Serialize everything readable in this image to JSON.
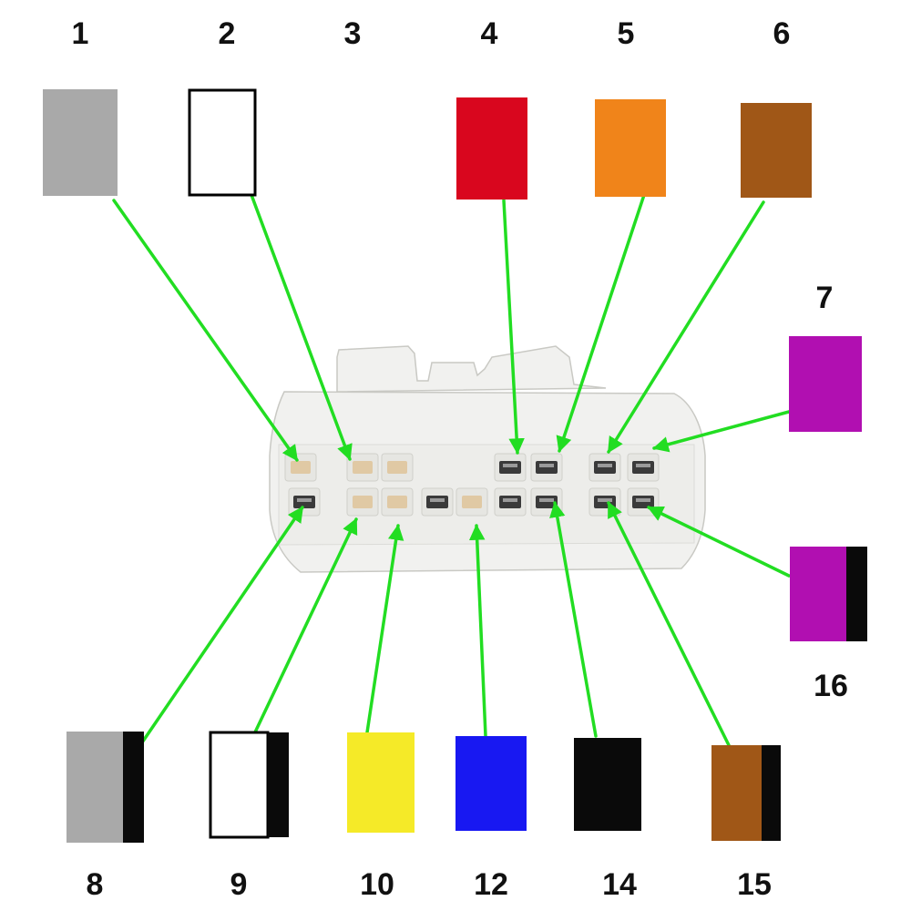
{
  "colors": {
    "arrow": "#22dd22",
    "housing": "#f1f1ef",
    "housing_shade": "#dcdcd8",
    "housing_outline": "#c9c9c4",
    "terminal_tan": "#e0c9a4",
    "terminal_metal": "#3a3a3a",
    "grey": "#a9a9a9",
    "white": "#ffffff",
    "red": "#d9061e",
    "orange": "#f0841a",
    "brown": "#a05717",
    "violet": "#b10fb1",
    "yellow": "#f5ea28",
    "blue": "#1818f2",
    "black": "#0a0a0a",
    "stripe": "#000000"
  },
  "pins": [
    {
      "number": "1",
      "wire_color": "grey",
      "stripe": ""
    },
    {
      "number": "2",
      "wire_color": "white",
      "stripe": ""
    },
    {
      "number": "3",
      "wire_color": "",
      "stripe": ""
    },
    {
      "number": "4",
      "wire_color": "red",
      "stripe": ""
    },
    {
      "number": "5",
      "wire_color": "orange",
      "stripe": ""
    },
    {
      "number": "6",
      "wire_color": "brown",
      "stripe": ""
    },
    {
      "number": "7",
      "wire_color": "violet",
      "stripe": ""
    },
    {
      "number": "16",
      "wire_color": "violet",
      "stripe": "black"
    },
    {
      "number": "8",
      "wire_color": "grey",
      "stripe": "black"
    },
    {
      "number": "9",
      "wire_color": "white",
      "stripe": "black"
    },
    {
      "number": "10",
      "wire_color": "yellow",
      "stripe": ""
    },
    {
      "number": "12",
      "wire_color": "blue",
      "stripe": ""
    },
    {
      "number": "14",
      "wire_color": "black",
      "stripe": ""
    },
    {
      "number": "15",
      "wire_color": "brown",
      "stripe": "black"
    }
  ]
}
